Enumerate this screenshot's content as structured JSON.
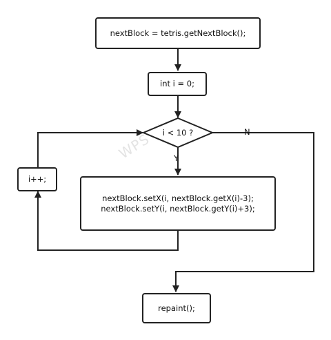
{
  "flowchart": {
    "start": "nextBlock = tetris.getNextBlock();",
    "init": "int i = 0;",
    "condition": "i < 10 ?",
    "yes_label": "Y",
    "no_label": "N",
    "body_line1": "nextBlock.setX(i, nextBlock.getX(i)-3);",
    "body_line2": "nextBlock.setY(i, nextBlock.getY(i)+3);",
    "increment": "i++;",
    "end": "repaint();"
  },
  "watermark": "WPS Flo",
  "colors": {
    "stroke": "#222222",
    "background": "#ffffff",
    "watermark": "#e4e4e4"
  }
}
